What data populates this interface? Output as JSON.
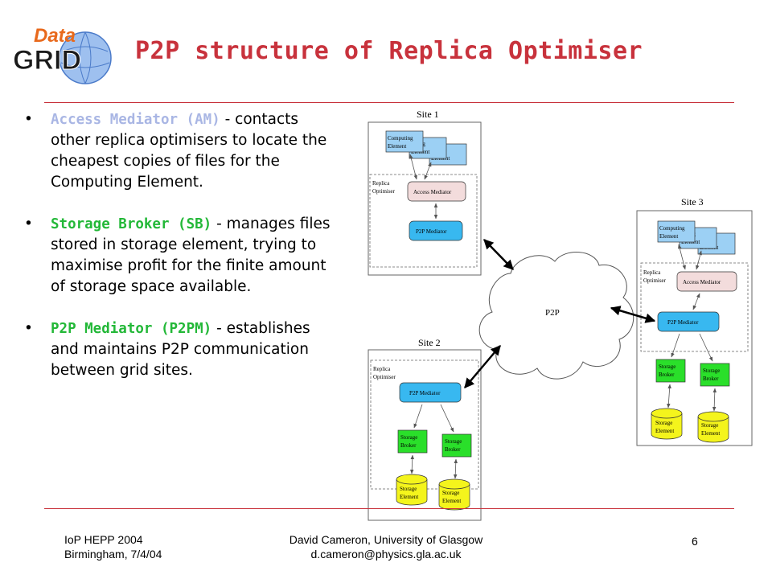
{
  "title": "P2P structure of Replica Optimiser",
  "logo": {
    "top_text": "Data",
    "bottom_text": "GRID"
  },
  "bullets": [
    {
      "term": "Access Mediator (AM)",
      "rest": " - contacts other replica optimisers to locate the cheapest copies of files for the Computing Element."
    },
    {
      "term": "Storage Broker (SB)",
      "rest": " - manages files stored in storage element, trying to maximise profit for the finite amount of storage space available."
    },
    {
      "term": "P2P Mediator (P2PM)",
      "rest": " - establishes and maintains P2P communication between grid sites."
    }
  ],
  "bullet_symbol": "•",
  "diagram": {
    "site1": "Site 1",
    "site2": "Site 2",
    "site3": "Site 3",
    "replica_optimiser": [
      "Replica",
      "Optimiser"
    ],
    "computing_element": [
      "Computing",
      "Element"
    ],
    "computing_element_partial": [
      "puting",
      "Element"
    ],
    "access_mediator": "Access Mediator",
    "p2p_mediator": "P2P Mediator",
    "storage_broker": [
      "Storage",
      "Broker"
    ],
    "storage_element": [
      "Storage",
      "Element"
    ],
    "cloud": "P2P"
  },
  "footer": {
    "left": [
      "IoP HEPP 2004",
      "Birmingham, 7/4/04"
    ],
    "center": [
      "David Cameron, University of Glasgow",
      "d.cameron@physics.gla.ac.uk"
    ],
    "page": "6"
  },
  "colors": {
    "title": "#c8323c",
    "rule": "#c8323c",
    "access_mediator_term": "#a9b6e4",
    "storage_broker_term": "#23b838",
    "p2p_mediator_term": "#23b838",
    "computing_box": "#9cd0f4",
    "mediator_box": "#f3dcdc",
    "p2p_box": "#38b8f0",
    "broker_box": "#2adf2a",
    "storage_cyl": "#f4f41c"
  }
}
